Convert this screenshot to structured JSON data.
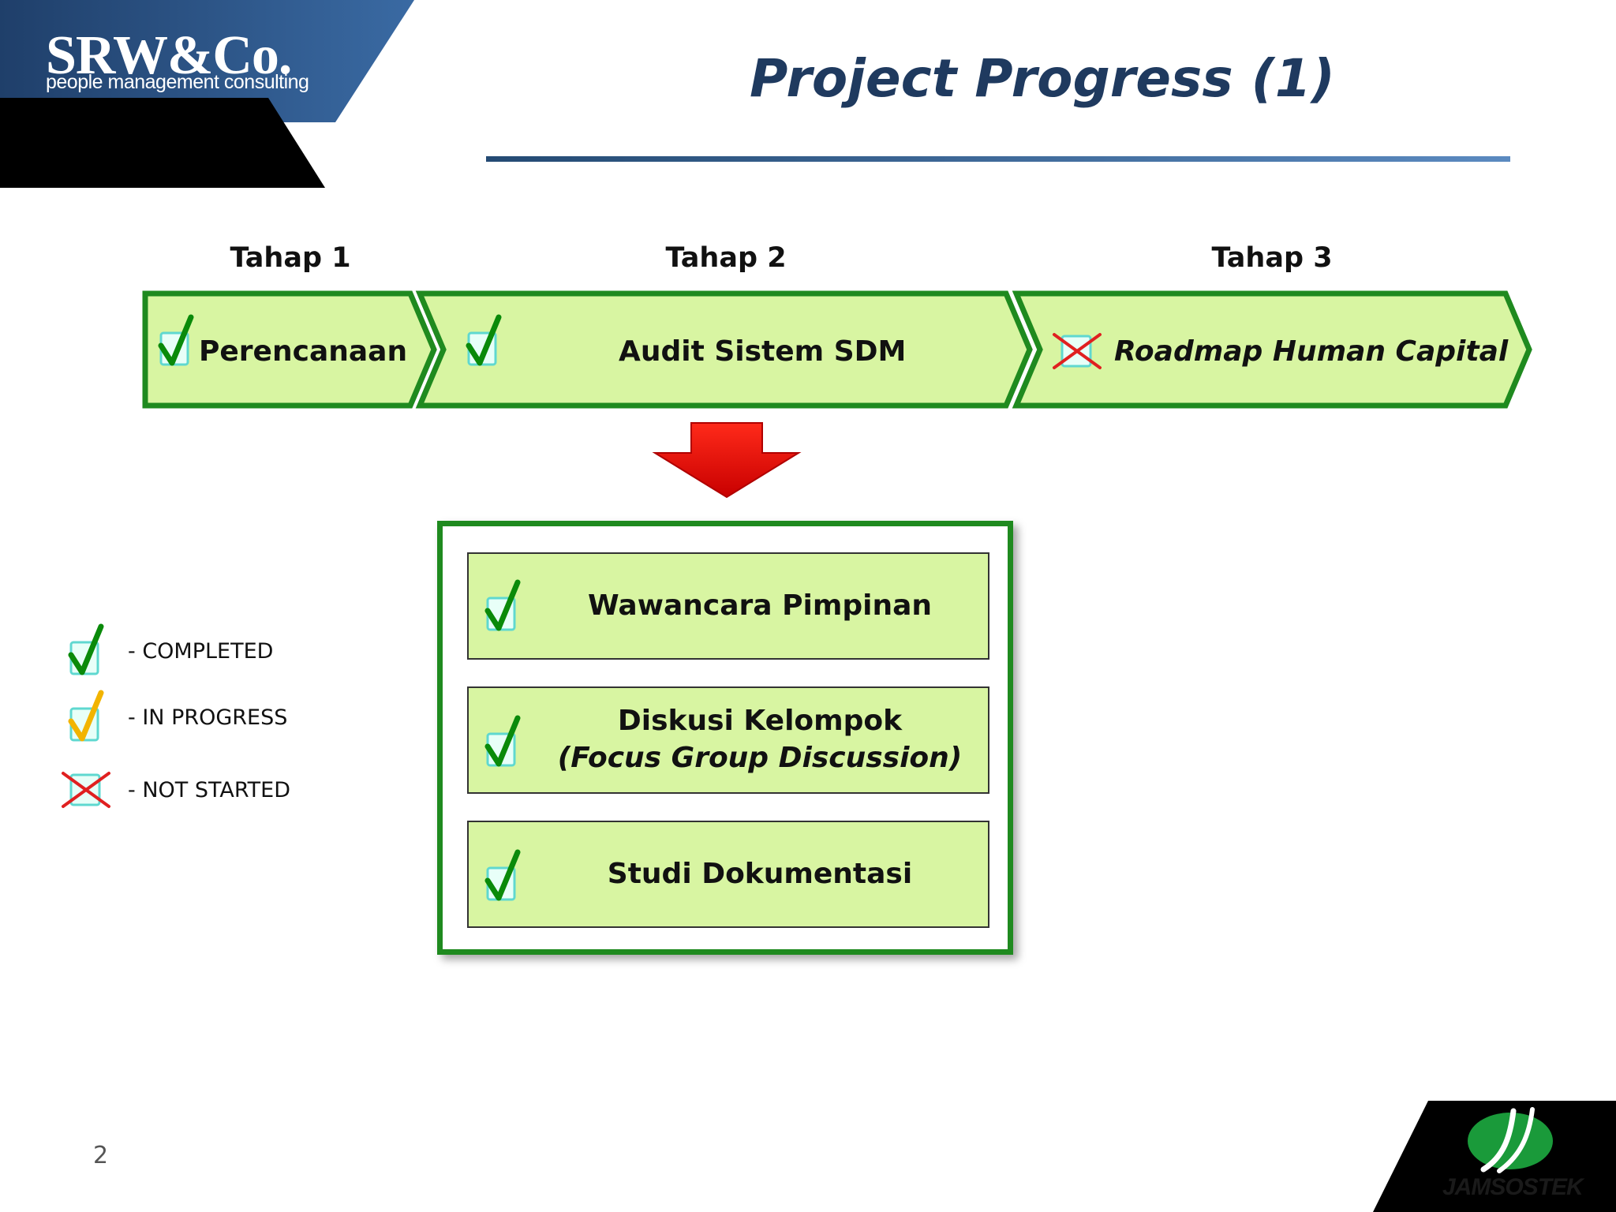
{
  "header": {
    "logo_main": "SRW&Co.",
    "logo_sub": "people management consulting",
    "title": "Project Progress (1)"
  },
  "stages": [
    {
      "label": "Tahap 1",
      "phase": "Perencanaan",
      "status": "completed"
    },
    {
      "label": "Tahap 2",
      "phase": "Audit Sistem SDM",
      "status": "completed"
    },
    {
      "label": "Tahap 3",
      "phase": "Roadmap Human Capital",
      "status": "not-started"
    }
  ],
  "subtasks": [
    {
      "line1": "Wawancara Pimpinan",
      "line2": "",
      "status": "completed"
    },
    {
      "line1": "Diskusi Kelompok",
      "line2": "(Focus Group Discussion)",
      "status": "completed"
    },
    {
      "line1": "Studi Dokumentasi",
      "line2": "",
      "status": "completed"
    }
  ],
  "legend": [
    {
      "icon": "check-green-icon",
      "label": "- COMPLETED"
    },
    {
      "icon": "check-yellow-icon",
      "label": "- IN PROGRESS"
    },
    {
      "icon": "cross-red-icon",
      "label": "- NOT STARTED"
    }
  ],
  "page_number": "2",
  "footer": {
    "brand": "JAMSOSTEK"
  },
  "colors": {
    "chevron_fill": "#d8f5a2",
    "chevron_border": "#1f8a1f",
    "completed": "#0a8a0a",
    "in_progress": "#f2b400",
    "not_started": "#e02020",
    "title": "#1f3a5f",
    "header_blue": "#2c5486",
    "arrow_red": "#e01010"
  }
}
